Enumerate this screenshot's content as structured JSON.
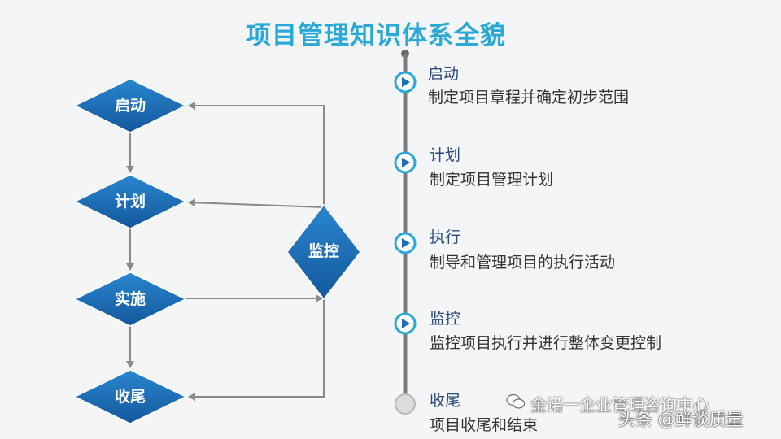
{
  "title": "项目管理知识体系全貌",
  "flow": {
    "nodes": [
      "启动",
      "计划",
      "实施",
      "收尾"
    ],
    "monitor": "监控"
  },
  "timeline": [
    {
      "title": "启动",
      "desc": "制定项目章程并确定初步范围"
    },
    {
      "title": "计划",
      "desc": "制定项目管理计划"
    },
    {
      "title": "执行",
      "desc": "制导和管理项目的执行活动"
    },
    {
      "title": "监控",
      "desc": "监控项目执行并进行整体变更控制"
    },
    {
      "title": "收尾",
      "desc": "项目收尾和结束"
    }
  ],
  "watermark": {
    "line1": "金诺一企业管理咨询中心",
    "line2": "头条 @鲜谈质量"
  },
  "colors": {
    "title": "#2aa8d6",
    "diamond_fill": "#1a6fb8",
    "timeline_line": "#7a7a7a",
    "node_ring": "#2aa8d6",
    "connector": "#8a8a8a"
  }
}
